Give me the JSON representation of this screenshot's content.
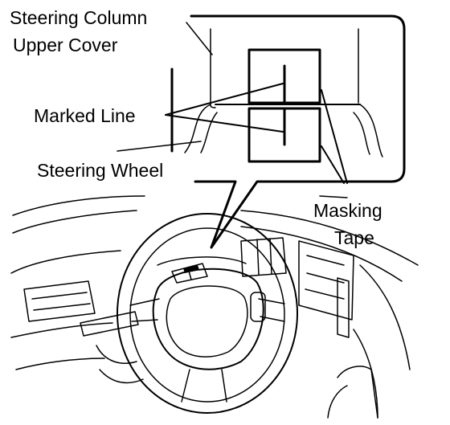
{
  "labels": {
    "steering_column_upper_cover_line1": "Steering Column",
    "steering_column_upper_cover_line2": "Upper Cover",
    "marked_line": "Marked Line",
    "steering_wheel": "Steering Wheel",
    "masking_tape_line1": "Masking",
    "masking_tape_line2": "Tape"
  }
}
